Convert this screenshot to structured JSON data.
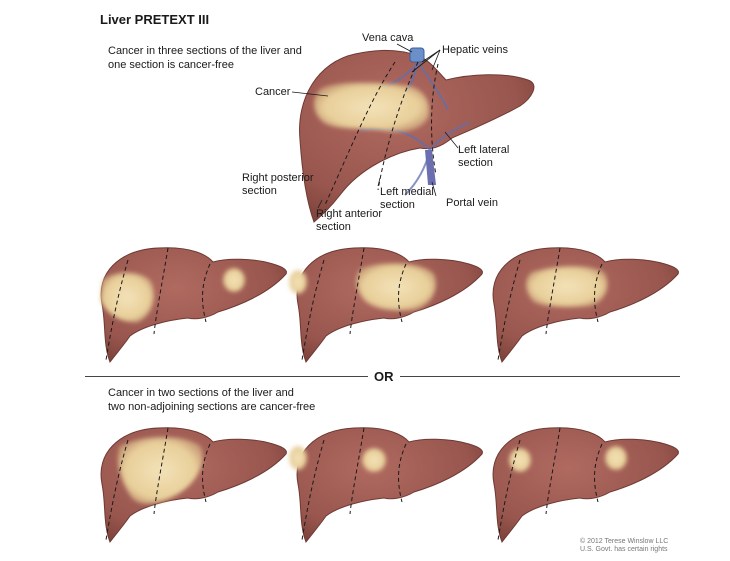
{
  "title": "Liver PRETEXT III",
  "captions": {
    "top": [
      "Cancer in three sections of the liver and",
      "one section is cancer-free"
    ],
    "bottom": [
      "Cancer in two sections of the liver and",
      "two non-adjoining sections are cancer-free"
    ]
  },
  "divider_label": "OR",
  "labels": {
    "vena_cava": "Vena cava",
    "hepatic_veins": "Hepatic veins",
    "cancer": "Cancer",
    "left_lateral": [
      "Left lateral",
      "section"
    ],
    "right_posterior": [
      "Right posterior",
      "section"
    ],
    "left_medial": [
      "Left medial",
      "section"
    ],
    "portal_vein": "Portal vein",
    "right_anterior": [
      "Right anterior",
      "section"
    ]
  },
  "credit": [
    "© 2012 Terese Winslow LLC",
    "U.S. Govt. has certain rights"
  ],
  "colors": {
    "liver": "#9a5a52",
    "liver_edge": "#6e3a34",
    "tumor": "#f0dcb0",
    "vein": "#5f6fb0"
  }
}
